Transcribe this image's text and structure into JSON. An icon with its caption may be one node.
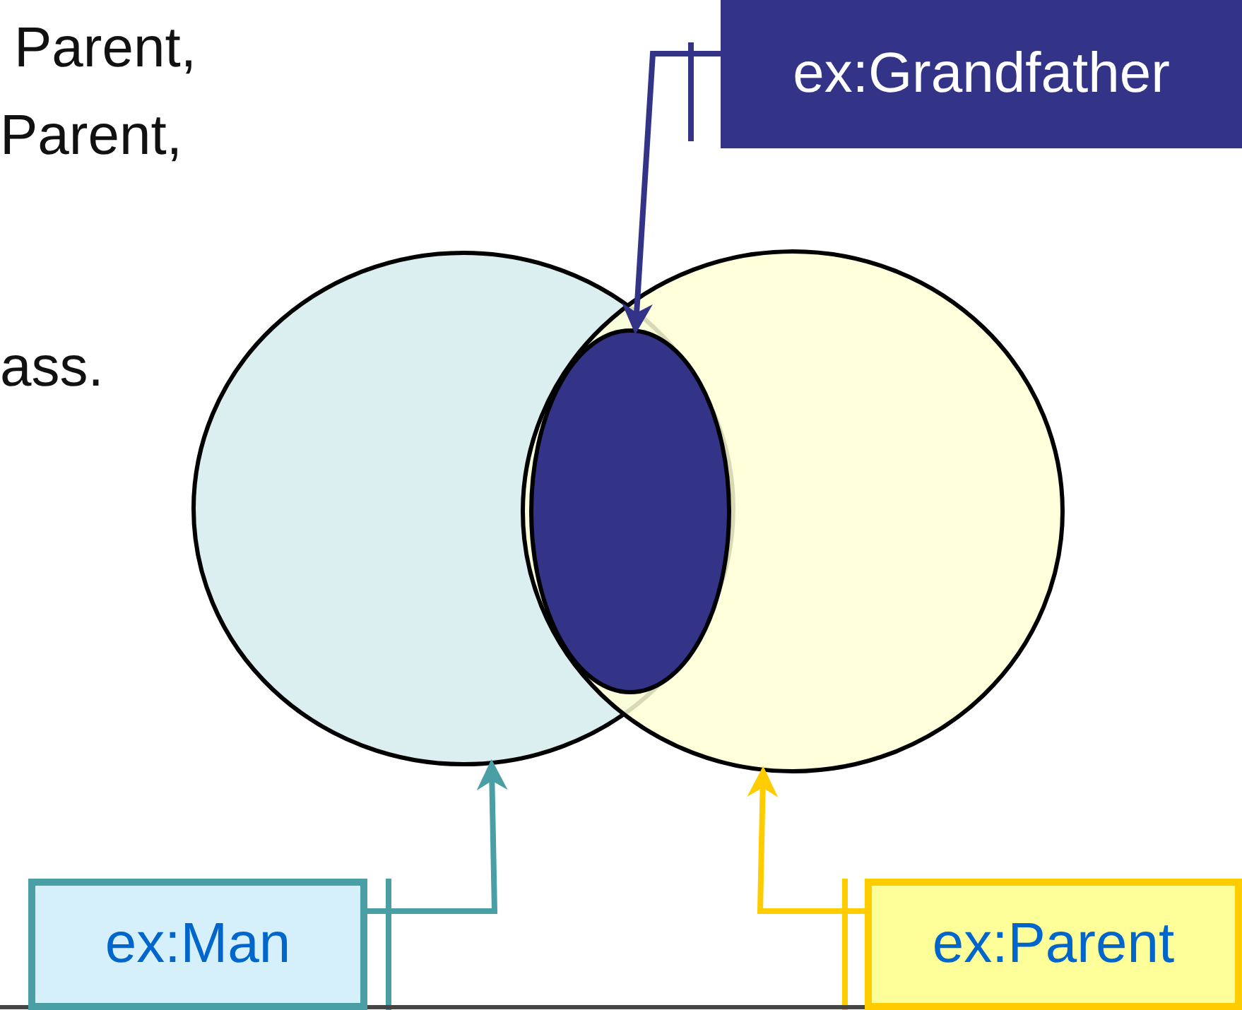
{
  "diagram": {
    "nodes": [
      {
        "text": [
          "ex:Grandfather"
        ]
      },
      {
        "text": [],
        "shape": "circle"
      },
      {
        "text": [],
        "shape": "circle"
      },
      {
        "text": [],
        "shape": "circle"
      },
      {
        "text": [
          "ex:Man"
        ]
      },
      {
        "text": [
          "ex:Parent"
        ]
      }
    ],
    "edges": [
      {
        "from": 0,
        "to": 2,
        "arrow": "to",
        "color": "#333388"
      },
      {
        "from": 4,
        "to": 1,
        "arrow": "to",
        "color": "#4a9fa5"
      },
      {
        "from": 5,
        "to": 3,
        "arrow": "to",
        "color": "#ffcc00"
      }
    ],
    "labels": [
      "Parent,",
      "Parent,",
      "ass."
    ]
  }
}
